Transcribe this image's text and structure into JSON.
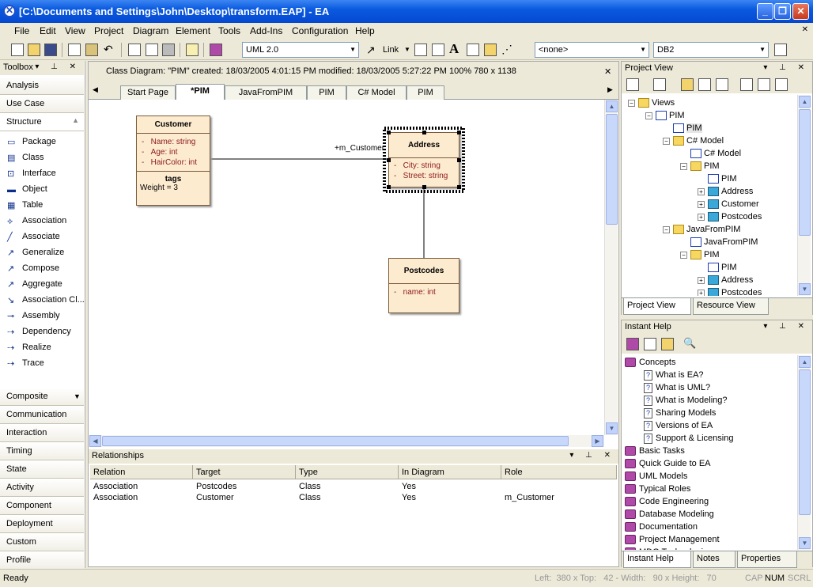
{
  "window": {
    "title": "[C:\\Documents and Settings\\John\\Desktop\\transform.EAP] - EA"
  },
  "menu": [
    "File",
    "Edit",
    "View",
    "Project",
    "Diagram",
    "Element",
    "Tools",
    "Add-Ins",
    "Configuration",
    "Help"
  ],
  "toolbar": {
    "uml_version": "UML 2.0",
    "link_label": "Link",
    "none_combo": "<none>",
    "db_combo": "DB2"
  },
  "toolbox": {
    "title": "Toolbox",
    "top_groups": [
      "Analysis",
      "Use Case",
      "Structure"
    ],
    "items": [
      {
        "label": "Package",
        "icon": "package-icon"
      },
      {
        "label": "Class",
        "icon": "class-icon"
      },
      {
        "label": "Interface",
        "icon": "interface-icon"
      },
      {
        "label": "Object",
        "icon": "object-icon"
      },
      {
        "label": "Table",
        "icon": "table-icon"
      },
      {
        "label": "Association",
        "icon": "association-icon"
      },
      {
        "label": "Associate",
        "icon": "associate-icon"
      },
      {
        "label": "Generalize",
        "icon": "generalize-icon"
      },
      {
        "label": "Compose",
        "icon": "compose-icon"
      },
      {
        "label": "Aggregate",
        "icon": "aggregate-icon"
      },
      {
        "label": "Association Cl...",
        "icon": "association-class-icon"
      },
      {
        "label": "Assembly",
        "icon": "assembly-icon"
      },
      {
        "label": "Dependency",
        "icon": "dependency-icon"
      },
      {
        "label": "Realize",
        "icon": "realize-icon"
      },
      {
        "label": "Trace",
        "icon": "trace-icon"
      }
    ],
    "bottom_groups": [
      "Composite",
      "Communication",
      "Interaction",
      "Timing",
      "State",
      "Activity",
      "Component",
      "Deployment",
      "Custom",
      "Profile"
    ]
  },
  "diagram_header": {
    "text": "Class Diagram: \"PIM\"  created: 18/03/2005 4:01:15 PM  modified: 18/03/2005 5:27:22 PM   100%   780 x 1138"
  },
  "tabs": [
    "Start Page",
    "*PIM",
    "JavaFromPIM",
    "PIM",
    "C# Model",
    "PIM"
  ],
  "diagram": {
    "customer": {
      "name": "Customer",
      "attrs": [
        "Name:  string",
        "Age:  int",
        "HairColor:  int"
      ],
      "tags_label": "tags",
      "tags_value": "Weight = 3"
    },
    "address": {
      "name": "Address",
      "attrs": [
        "City:  string",
        "Street:  string"
      ]
    },
    "postcodes": {
      "name": "Postcodes",
      "attrs": [
        "name:  int"
      ]
    },
    "role_label": "+m_Customer"
  },
  "relationships": {
    "title": "Relationships",
    "columns": [
      "Relation",
      "Target",
      "Type",
      "In Diagram",
      "Role"
    ],
    "rows": [
      [
        "Association",
        "Postcodes",
        "Class",
        "Yes",
        ""
      ],
      [
        "Association",
        "Customer",
        "Class",
        "Yes",
        "m_Customer"
      ]
    ]
  },
  "project_view": {
    "title": "Project View",
    "nodes": [
      "Views",
      "PIM",
      "PIM",
      "C# Model",
      "C# Model",
      "PIM",
      "PIM",
      "Address",
      "Customer",
      "Postcodes",
      "JavaFromPIM",
      "JavaFromPIM",
      "PIM",
      "PIM",
      "Address",
      "Postcodes"
    ],
    "tabs": [
      "Project View",
      "Resource View"
    ]
  },
  "instant_help": {
    "title": "Instant Help",
    "concepts": "Concepts",
    "concept_items": [
      "What is EA?",
      "What is UML?",
      "What is Modeling?",
      "Sharing Models",
      "Versions of EA",
      "Support & Licensing"
    ],
    "books": [
      "Basic Tasks",
      "Quick Guide to EA",
      "UML Models",
      "Typical Roles",
      "Code Engineering",
      "Database Modeling",
      "Documentation",
      "Project Management",
      "MDG Technologies"
    ],
    "tabs": [
      "Instant Help",
      "Notes",
      "Properties"
    ]
  },
  "status": {
    "ready": "Ready",
    "coords": "Left:  380 x Top:   42 - Width:   90 x Height:   70",
    "cap": "CAP",
    "num": "NUM",
    "scrl": "SCRL"
  }
}
